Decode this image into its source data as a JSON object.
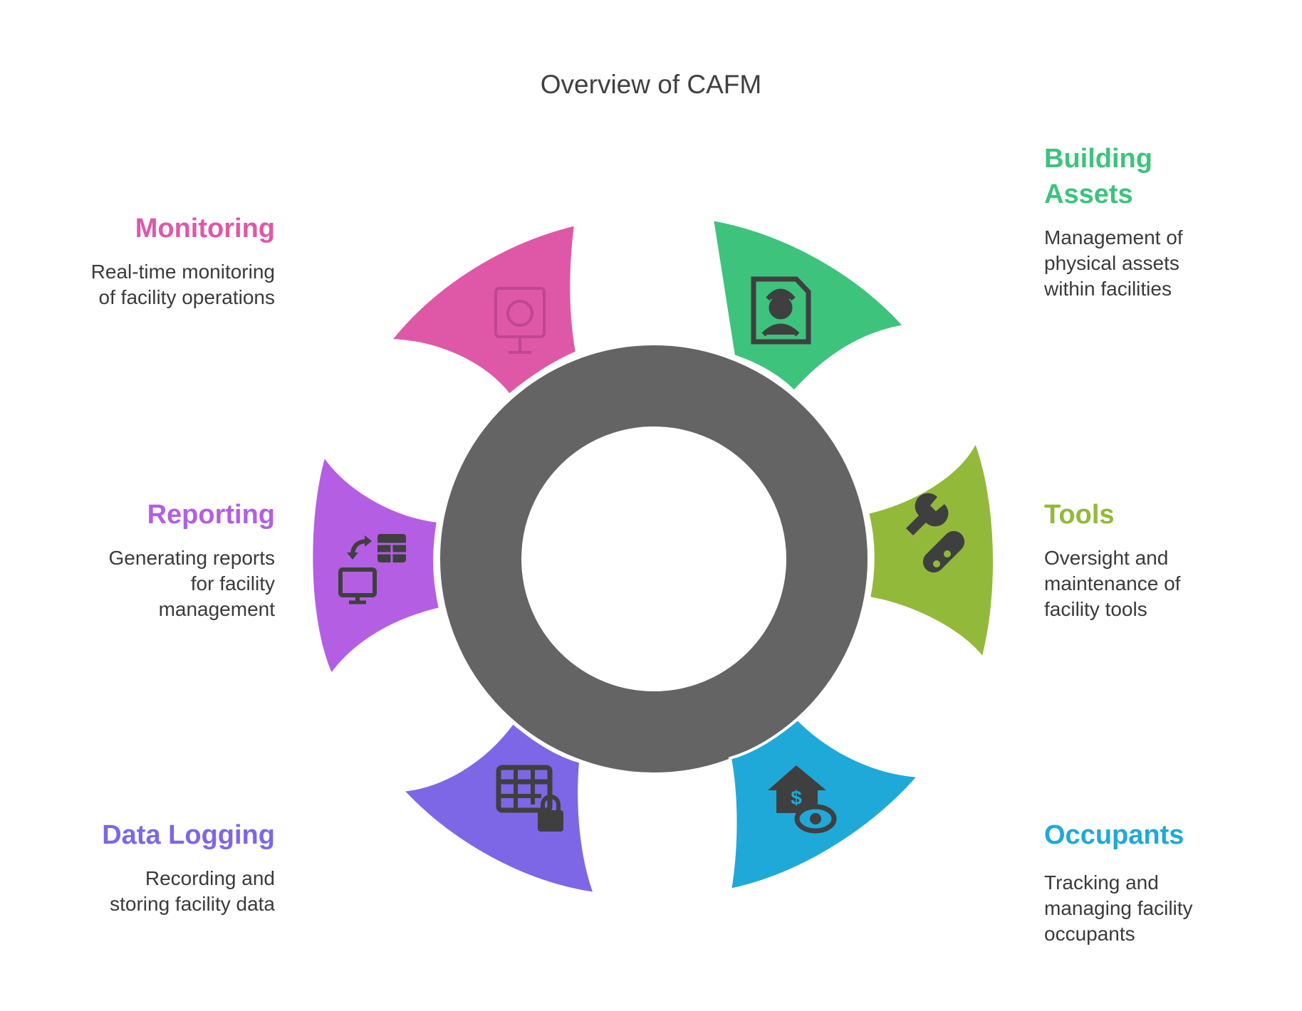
{
  "title": "Overview of CAFM",
  "colors": {
    "ring": "#646464",
    "building_assets": "#3dc37c",
    "tools": "#93b93a",
    "occupants": "#1fa9d9",
    "data_logging": "#7d67e6",
    "reporting": "#b45ee3",
    "monitoring": "#de58a7",
    "text": "#3a3a3a",
    "icon": "#3f3f3f"
  },
  "segments": [
    {
      "key": "building_assets",
      "title": "Building Assets",
      "title_line1": "Building",
      "title_line2": "Assets",
      "description": "Management of physical assets within facilities",
      "desc_lines": [
        "Management of",
        "physical assets",
        "within facilities"
      ],
      "icon": "worker-badge-icon"
    },
    {
      "key": "tools",
      "title": "Tools",
      "description": "Oversight and maintenance of facility tools",
      "desc_lines": [
        "Oversight and",
        "maintenance of",
        "facility tools"
      ],
      "icon": "wrench-bandage-icon"
    },
    {
      "key": "occupants",
      "title": "Occupants",
      "description": "Tracking and managing facility occupants",
      "desc_lines": [
        "Tracking and",
        "managing facility",
        "occupants"
      ],
      "icon": "house-dollar-eye-icon"
    },
    {
      "key": "data_logging",
      "title": "Data Logging",
      "description": "Recording and storing facility data",
      "desc_lines": [
        "Recording and",
        "storing facility data"
      ],
      "icon": "table-lock-icon"
    },
    {
      "key": "reporting",
      "title": "Reporting",
      "description": "Generating reports for facility management",
      "desc_lines": [
        "Generating reports",
        "for facility",
        "management"
      ],
      "icon": "monitor-sync-table-icon"
    },
    {
      "key": "monitoring",
      "title": "Monitoring",
      "description": "Real-time monitoring of facility operations",
      "desc_lines": [
        "Real-time monitoring",
        "of facility operations"
      ],
      "icon": "monitor-camera-icon"
    }
  ]
}
